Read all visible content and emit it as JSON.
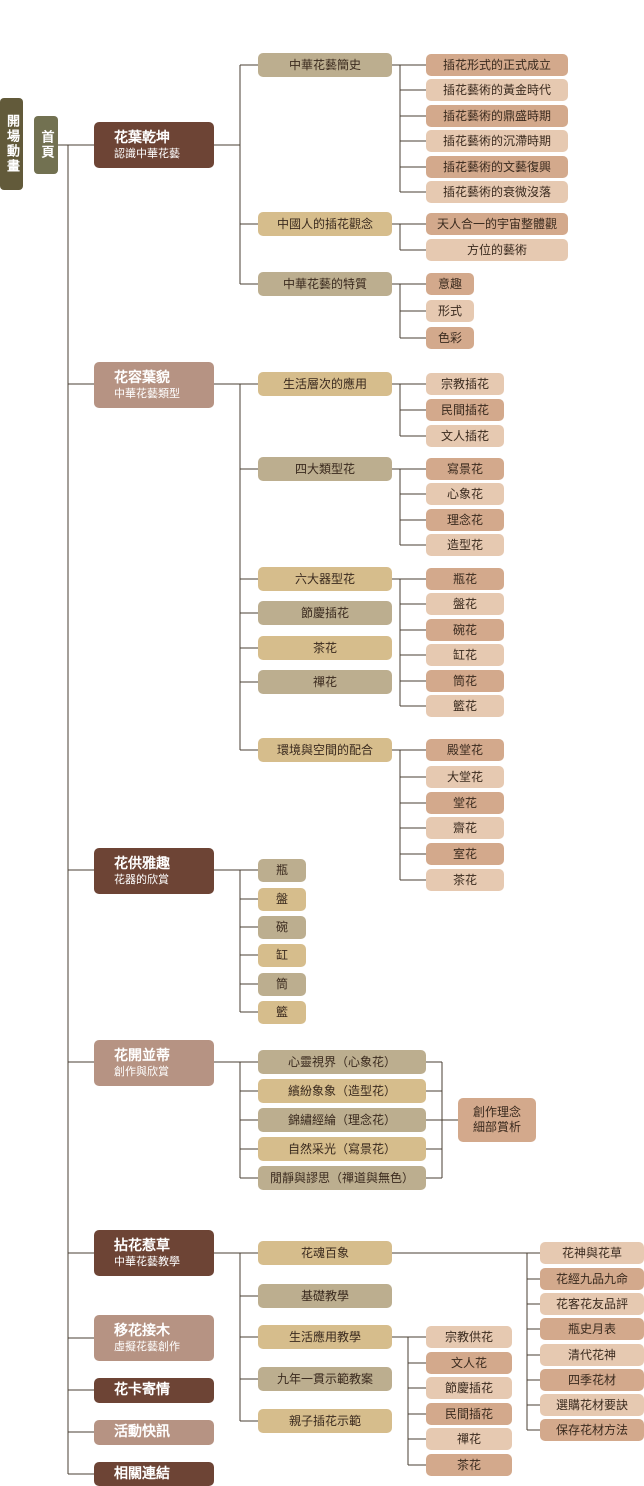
{
  "left_tabs": {
    "opening": "開場動畫",
    "home": "首頁"
  },
  "main_nodes": [
    {
      "title": "花葉乾坤",
      "subtitle": "認識中華花藝"
    },
    {
      "title": "花容葉貌",
      "subtitle": "中華花藝類型"
    },
    {
      "title": "花供雅趣",
      "subtitle": "花器的欣賞"
    },
    {
      "title": "花開並蒂",
      "subtitle": "創作與欣賞"
    },
    {
      "title": "拈花惹草",
      "subtitle": "中華花藝教學"
    },
    {
      "title": "移花接木",
      "subtitle": "虛擬花藝創作"
    },
    {
      "title": "花卡寄情",
      "subtitle": ""
    },
    {
      "title": "活動快訊",
      "subtitle": ""
    },
    {
      "title": "相關連結",
      "subtitle": ""
    }
  ],
  "sec1": {
    "history": "中華花藝簡史",
    "history_items": [
      "插花形式的正式成立",
      "插花藝術的黃金時代",
      "插花藝術的鼎盛時期",
      "插花藝術的沉滯時期",
      "插花藝術的文藝復興",
      "插花藝術的衰微沒落"
    ],
    "concept": "中國人的插花觀念",
    "concept_items": [
      "天人合一的宇宙整體觀",
      "方位的藝術"
    ],
    "traits": "中華花藝的特質",
    "traits_items": [
      "意趣",
      "形式",
      "色彩"
    ]
  },
  "sec2": {
    "life": "生活層次的應用",
    "life_items": [
      "宗教插花",
      "民間插花",
      "文人插花"
    ],
    "four": "四大類型花",
    "four_items": [
      "寫景花",
      "心象花",
      "理念花",
      "造型花"
    ],
    "six": "六大器型花",
    "festival": "節慶插花",
    "tea": "茶花",
    "zen": "禪花",
    "six_items": [
      "瓶花",
      "盤花",
      "碗花",
      "缸花",
      "筒花",
      "籃花"
    ],
    "env": "環境與空間的配合",
    "env_items": [
      "殿堂花",
      "大堂花",
      "堂花",
      "齋花",
      "室花",
      "茶花"
    ]
  },
  "sec3": {
    "items": [
      "瓶",
      "盤",
      "碗",
      "缸",
      "筒",
      "籃"
    ]
  },
  "sec4": {
    "items": [
      "心靈視界（心象花）",
      "繽紛象象（造型花）",
      "錦繡經綸（理念花）",
      "自然采光（寫景花）",
      "閒靜與謬思（禪道與無色）"
    ],
    "right_line1": "創作理念",
    "right_line2": "細部賞析"
  },
  "sec5": {
    "hundred": "花魂百象",
    "hundred_items": [
      "花神與花草",
      "花經九品九命",
      "花客花友品評",
      "瓶史月表",
      "清代花神",
      "四季花材",
      "選購花材要訣",
      "保存花材方法"
    ],
    "basic": "基礎教學",
    "life": "生活應用教學",
    "life_items": [
      "宗教供花",
      "文人花",
      "節慶插花",
      "民間插花",
      "禪花",
      "茶花"
    ],
    "nine": "九年一貫示範教案",
    "parent": "親子插花示範"
  },
  "colors": {
    "dark": "#6d4435",
    "mid": "#b69383",
    "sand": "#d6bd8c",
    "grey": "#bcae8f",
    "leaf_a": "#d3a98c",
    "leaf_b": "#e6c9b1",
    "olive_dark": "#625a3a",
    "olive": "#727151"
  }
}
